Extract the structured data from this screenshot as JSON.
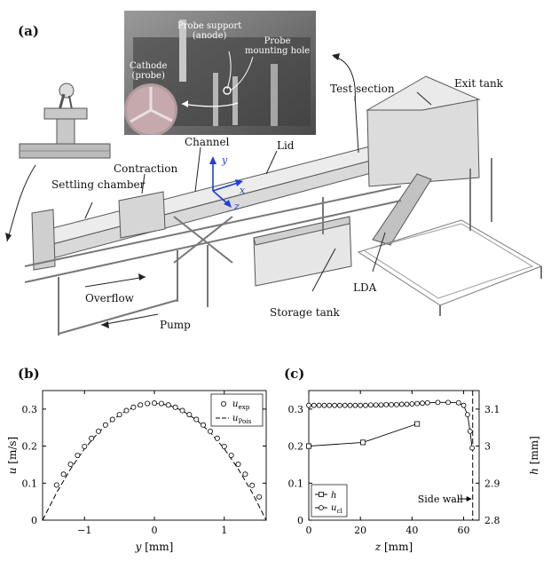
{
  "panel_a": {
    "label": "(a)",
    "inset_labels": {
      "probe_support": "Probe support\n(anode)",
      "mounting_hole": "Probe\nmounting hole",
      "cathode": "Cathode\n(probe)"
    },
    "labels": {
      "test_section": "Test section",
      "exit_tank": "Exit tank",
      "channel": "Channel",
      "lid": "Lid",
      "contraction": "Contraction",
      "settling_chamber": "Settling chamber",
      "overflow": "Overflow",
      "pump": "Pump",
      "storage_tank": "Storage tank",
      "lda": "LDA",
      "axis_y": "y",
      "axis_x": "x",
      "axis_z": "z"
    },
    "colors": {
      "axes": "#1f3fd6",
      "frame": "#7a7a7a",
      "photo": "#6a6a6a"
    }
  },
  "panel_b": {
    "label": "(b)"
  },
  "panel_c": {
    "label": "(c)"
  },
  "chart_data": [
    {
      "type": "scatter",
      "panel": "(b)",
      "xlabel": "y [mm]",
      "ylabel": "u [m/s]",
      "xlim": [
        -1.6,
        1.6
      ],
      "ylim": [
        0,
        0.35
      ],
      "xticks": [
        "−1",
        "0",
        "1"
      ],
      "yticks": [
        "0",
        "0.1",
        "0.2",
        "0.3"
      ],
      "legend_position": "top-right",
      "legend": [
        "u_exp",
        "u_Pois"
      ],
      "series": [
        {
          "name": "u_exp",
          "style": "markers",
          "x": [
            -1.4,
            -1.3,
            -1.2,
            -1.1,
            -1.0,
            -0.9,
            -0.8,
            -0.7,
            -0.6,
            -0.5,
            -0.4,
            -0.3,
            -0.2,
            -0.1,
            0.0,
            0.1,
            0.2,
            0.3,
            0.4,
            0.5,
            0.6,
            0.7,
            0.8,
            0.9,
            1.0,
            1.1,
            1.2,
            1.3,
            1.4,
            1.5
          ],
          "y": [
            0.095,
            0.124,
            0.151,
            0.175,
            0.199,
            0.221,
            0.24,
            0.257,
            0.272,
            0.285,
            0.296,
            0.305,
            0.311,
            0.315,
            0.316,
            0.315,
            0.311,
            0.305,
            0.296,
            0.285,
            0.272,
            0.257,
            0.24,
            0.221,
            0.199,
            0.175,
            0.151,
            0.124,
            0.094,
            0.063
          ]
        },
        {
          "name": "u_Pois",
          "style": "dashed",
          "x": [
            -1.6,
            -1.4,
            -1.2,
            -1.0,
            -0.8,
            -0.6,
            -0.4,
            -0.2,
            0.0,
            0.2,
            0.4,
            0.6,
            0.8,
            1.0,
            1.2,
            1.4,
            1.6
          ],
          "y": [
            0.0,
            0.074,
            0.138,
            0.193,
            0.237,
            0.271,
            0.296,
            0.311,
            0.316,
            0.311,
            0.296,
            0.271,
            0.237,
            0.193,
            0.138,
            0.074,
            0.0
          ]
        }
      ]
    },
    {
      "type": "line",
      "panel": "(c)",
      "xlabel": "z [mm]",
      "ylabel_left": "",
      "ylabel_right": "h [mm]",
      "xlim": [
        0,
        66
      ],
      "ylim_left": [
        0,
        0.35
      ],
      "ylim_right": [
        2.8,
        3.15
      ],
      "xticks": [
        "0",
        "20",
        "40",
        "60"
      ],
      "yticks_left": [
        "0",
        "0.1",
        "0.2",
        "0.3"
      ],
      "yticks_right": [
        "2.8",
        "2.9",
        "3",
        "3.1"
      ],
      "legend_position": "bottom-left",
      "legend": [
        "h",
        "u_cl"
      ],
      "annotation": "Side wall",
      "side_wall_z": 63.5,
      "series": [
        {
          "name": "h",
          "marker": "square",
          "axis": "right",
          "x": [
            0,
            21,
            42
          ],
          "y": [
            3.0,
            3.01,
            3.06
          ]
        },
        {
          "name": "u_cl",
          "marker": "circle",
          "axis": "left",
          "x": [
            0,
            2,
            4,
            6,
            8,
            10,
            12,
            14,
            16,
            18,
            20,
            22,
            24,
            26,
            28,
            30,
            32,
            34,
            36,
            38,
            40,
            42,
            44,
            46,
            50,
            54,
            58,
            60,
            61.5,
            62.5,
            63.3
          ],
          "y": [
            0.31,
            0.31,
            0.31,
            0.31,
            0.31,
            0.31,
            0.31,
            0.31,
            0.31,
            0.31,
            0.31,
            0.31,
            0.311,
            0.311,
            0.311,
            0.312,
            0.312,
            0.312,
            0.313,
            0.313,
            0.314,
            0.315,
            0.316,
            0.317,
            0.318,
            0.318,
            0.317,
            0.31,
            0.285,
            0.24,
            0.195
          ]
        }
      ]
    }
  ]
}
